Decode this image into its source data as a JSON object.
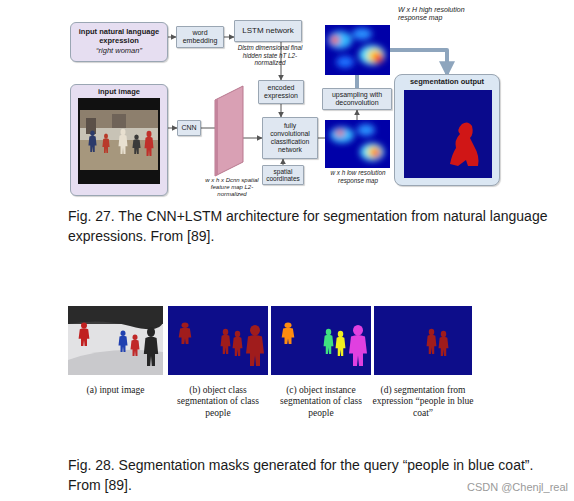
{
  "diagram": {
    "caption": "Fig. 27. The CNN+LSTM architecture for segmentation from natural language expressions. From [89].",
    "nodes": [
      {
        "text": [
          "input natural language expression",
          "“right woman”"
        ]
      },
      {
        "text": [
          "word embedding"
        ]
      },
      {
        "text": [
          "LSTM network"
        ]
      },
      {
        "text": [
          "input image"
        ]
      },
      {
        "text": [
          "CNN"
        ]
      },
      {
        "text": [
          "encoded expression"
        ]
      },
      {
        "text": [
          "fully convolutional classification network"
        ]
      },
      {
        "text": [
          "spatial coordinates"
        ]
      },
      {
        "text": [
          "upsampling with deconvolution"
        ]
      },
      {
        "text": [
          "segmentation output"
        ]
      }
    ],
    "edges": [
      {
        "from": 0,
        "to": 1,
        "arrow": "to"
      },
      {
        "from": 1,
        "to": 2,
        "arrow": "to"
      },
      {
        "from": 3,
        "to": 4,
        "arrow": "to"
      },
      {
        "from": 4,
        "to": 6,
        "arrow": "to"
      },
      {
        "from": 2,
        "to": 5,
        "arrow": "to"
      },
      {
        "from": 5,
        "to": 6,
        "arrow": "to"
      },
      {
        "from": 7,
        "to": 6,
        "arrow": "to"
      },
      {
        "from": 6,
        "to": 8,
        "arrow": "to"
      },
      {
        "from": 8,
        "to": 9,
        "arrow": "to"
      }
    ],
    "labels": [
      "W x H high resolution response map",
      "Dlstm dimensional final hidden state hT L2-normalized",
      "w x h x Dcnn spatial feature map L2-normalized",
      "w x h low resolution response map",
      "(a) input image",
      "(b) object class segmentation of class people",
      "(c) object instance segmentation of class people",
      "(d) segmentation from expression “people in blue coat”",
      "Fig. 28. Segmentation masks generated for the query “people in blue coat”. From [89].",
      "CSDN @Chenjl_real"
    ]
  }
}
